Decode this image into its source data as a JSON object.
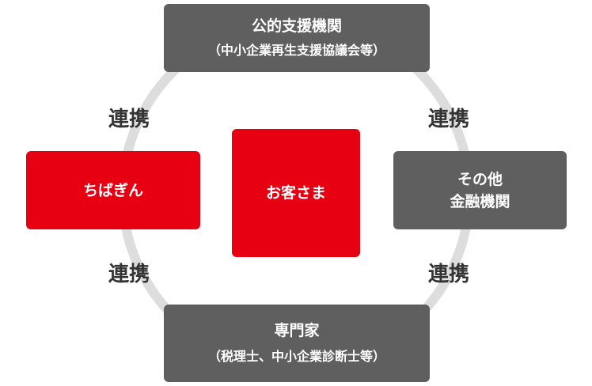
{
  "colors": {
    "gray": "#5f5f5f",
    "red": "#e60012",
    "ring": "#dddddd",
    "text": "#333333"
  },
  "public_support": {
    "title": "公的支援機関",
    "subtitle": "（中小企業再生支援協議会等）"
  },
  "chibagin": {
    "label": "ちばぎん"
  },
  "customer": {
    "label": "お客さま"
  },
  "other_fi": {
    "line1": "その他",
    "line2": "金融機関"
  },
  "experts": {
    "title": "専門家",
    "subtitle": "（税理士、中小企業診断士等）"
  },
  "links": [
    "連携",
    "連携",
    "連携",
    "連携"
  ]
}
